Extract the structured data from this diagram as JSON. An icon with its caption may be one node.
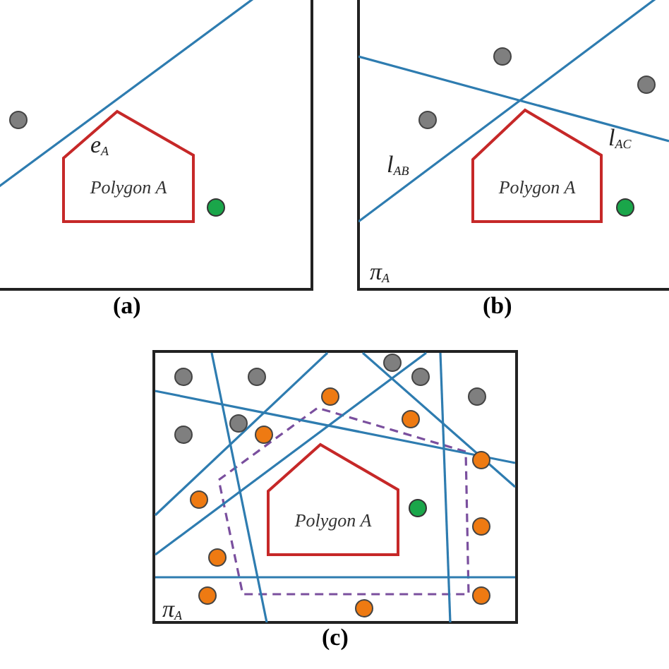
{
  "diagram": {
    "nodes": [
      {
        "text": [
          "Polygon A"
        ]
      },
      {
        "text": [
          "Polygon A"
        ]
      },
      {
        "text": [
          "Polygon A"
        ]
      }
    ],
    "labels": [
      "e$_{A}$",
      "l$_{AC}$",
      "l$_{AB}$",
      "π$_{A}$",
      "(a)",
      "(b)",
      "π$_{A}$",
      "(c)"
    ]
  }
}
